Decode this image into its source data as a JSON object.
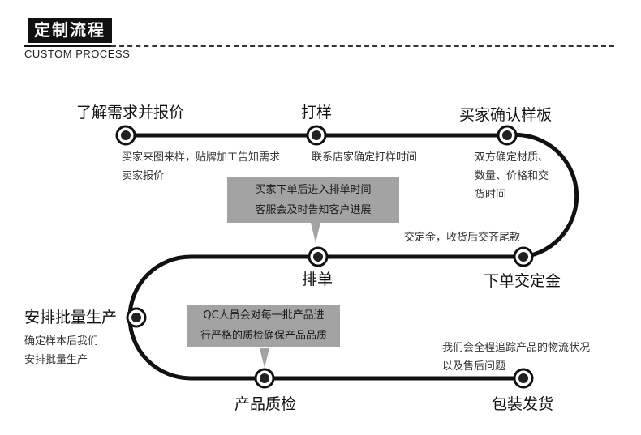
{
  "header": {
    "title": "定制流程",
    "subtitle": "CUSTOM PROCESS"
  },
  "steps": {
    "quote": {
      "label": "了解需求并报价",
      "note_lines": [
        "买家来图来样，贴牌加工告知需求",
        "卖家报价"
      ]
    },
    "sample": {
      "label": "打样",
      "note_lines": [
        "联系店家确定打样时间"
      ]
    },
    "confirm": {
      "label": "买家确认样板",
      "note_lines": [
        "双方确定材质、",
        "数量、价格和交",
        "货时间"
      ]
    },
    "deposit": {
      "label": "下单交定金",
      "note_lines": [
        "交定金，收货后交齐尾款"
      ]
    },
    "schedule": {
      "label": "排单"
    },
    "production": {
      "label": "安排批量生产",
      "note_lines": [
        "确定样本后我们",
        "安排批量生产"
      ]
    },
    "inspection": {
      "label": "产品质检"
    },
    "shipping": {
      "label": "包装发货",
      "note_lines": [
        "我们会全程追踪产品的物流状况",
        "以及售后问题"
      ]
    }
  },
  "callouts": {
    "schedule": {
      "lines": [
        "买家下单后进入排单时间",
        "客服会及时告知客户进展"
      ]
    },
    "inspection": {
      "lines": [
        "QC人员会对每一批产品进",
        "行严格的质检确保产品品质"
      ]
    }
  },
  "colors": {
    "path": "#111111",
    "callout_bg": "#a3a3a3",
    "header_bg": "#111111"
  }
}
